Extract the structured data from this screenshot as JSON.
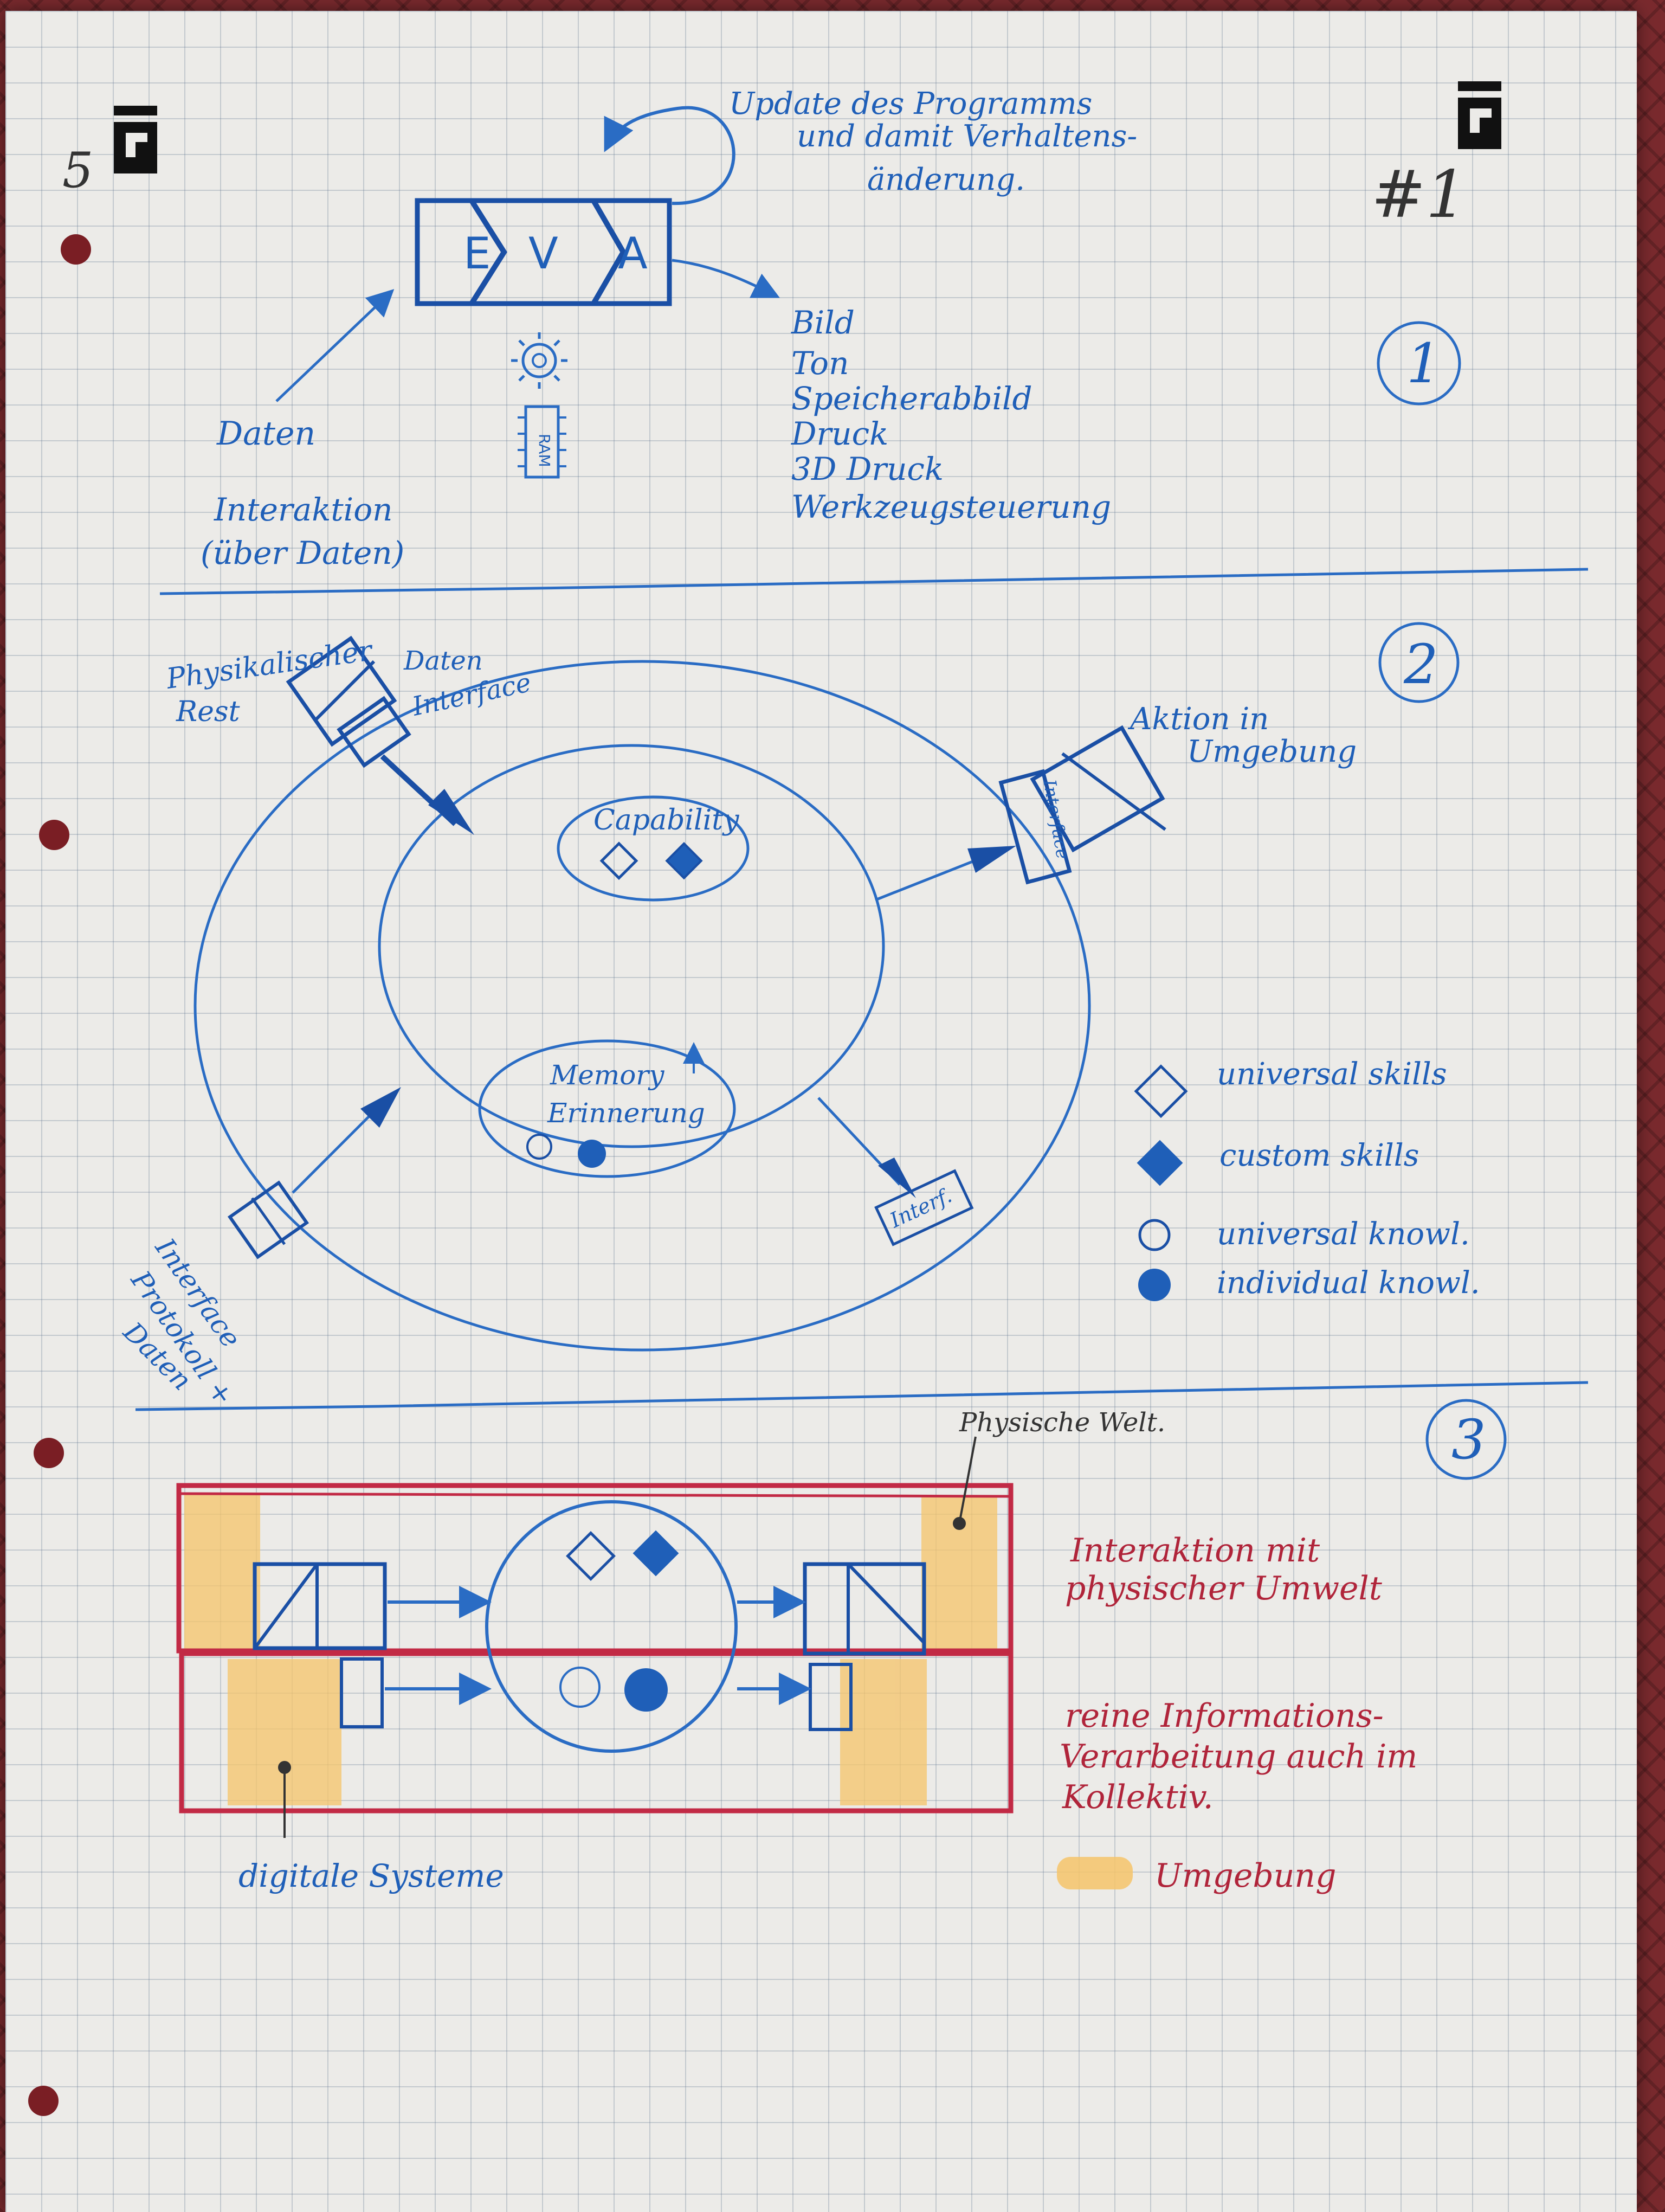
{
  "page": {
    "page_number": "5",
    "sheet_number": "#1",
    "colors": {
      "blue_ink": "#1f5fb8",
      "red_ink": "#b0243a",
      "highlight": "#f6c46a",
      "paper": "#ecebe8"
    }
  },
  "section1": {
    "number": "1",
    "eva_labels": [
      "E",
      "V",
      "A"
    ],
    "update_note": [
      "Update des Programms",
      "und damit Verhaltens-",
      "änderung."
    ],
    "input_label": "Daten",
    "interaction_label": [
      "Interaktion",
      "(über Daten)"
    ],
    "ram_label": "RAM",
    "outputs": [
      "Bild",
      "Ton",
      "Speicherabbild",
      "Druck",
      "3D Druck",
      "Werkzeugsteuerung"
    ]
  },
  "section2": {
    "number": "2",
    "sensor_label": [
      "Physikalischer",
      "Rest"
    ],
    "sensor_data_label": "Daten",
    "sensor_interface_label": "Interface",
    "capability_label": "Capability",
    "memory_label": [
      "Memory",
      "Erinnerung"
    ],
    "action_label": [
      "Aktion in",
      "Umgebung"
    ],
    "action_interface_label": "Interface",
    "small_interface_label": "Interf.",
    "interface_note": [
      "Interface",
      "Protokoll +",
      "Daten"
    ],
    "legend": [
      {
        "symbol": "diamond-outline",
        "label": "universal skills"
      },
      {
        "symbol": "diamond-filled",
        "label": "custom skills"
      },
      {
        "symbol": "circle-outline",
        "label": "universal knowl."
      },
      {
        "symbol": "circle-filled",
        "label": "individual knowl."
      }
    ]
  },
  "section3": {
    "number": "3",
    "physical_world_label": "Physische Welt.",
    "digital_systems_label": "digitale Systeme",
    "legend": [
      {
        "label": "Interaktion mit physischer Umwelt",
        "lines": [
          "Interaktion mit",
          "physischer Umwelt"
        ]
      },
      {
        "label": "reine Informations-Verarbeitung auch im Kollektiv.",
        "lines": [
          "reine Informations-",
          "Verarbeitung auch im",
          "Kollektiv."
        ]
      },
      {
        "label": "Umgebung",
        "lines": [
          "Umgebung"
        ]
      }
    ]
  }
}
